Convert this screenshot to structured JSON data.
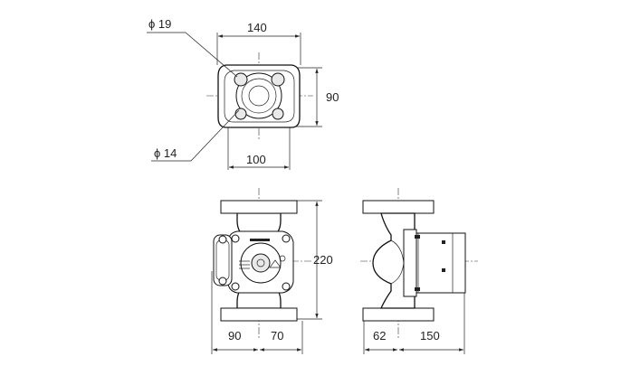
{
  "drawing": {
    "top_view": {
      "hole_large_label": "ϕ 19",
      "hole_small_label": "ϕ 14",
      "width_label": "140",
      "height_label": "90",
      "hole_spacing_label": "100"
    },
    "front_view": {
      "left_label": "90",
      "right_label": "70",
      "height_label": "220"
    },
    "side_view": {
      "left_label": "62",
      "right_label": "150"
    }
  }
}
